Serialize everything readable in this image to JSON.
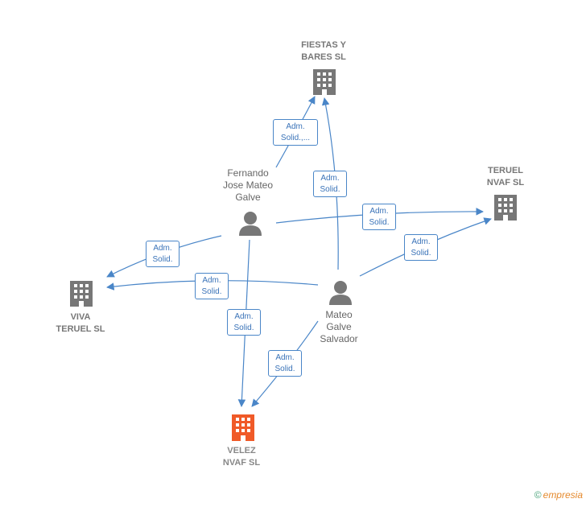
{
  "colors": {
    "edge": "#4a86c8",
    "company_icon": "#777777",
    "focus_company_icon": "#f05a28",
    "person_icon": "#777777"
  },
  "nodes": {
    "fiestas": {
      "label": "FIESTAS Y\nBARES SL",
      "type": "company"
    },
    "teruel_nvaf": {
      "label": "TERUEL\nNVAF  SL",
      "type": "company"
    },
    "viva_teruel": {
      "label": "VIVA\nTERUEL  SL",
      "type": "company"
    },
    "velez_nvaf": {
      "label": "VELEZ\nNVAF  SL",
      "type": "company-focus"
    },
    "fernando": {
      "label": "Fernando\nJose Mateo\nGalve",
      "type": "person"
    },
    "mateo": {
      "label": "Mateo\nGalve\nSalvador",
      "type": "person"
    }
  },
  "edge_labels": {
    "fernando_fiestas": "Adm.\nSolid.,...",
    "mateo_fiestas": "Adm.\nSolid.",
    "fernando_teruel": "Adm.\nSolid.",
    "mateo_teruel": "Adm.\nSolid.",
    "fernando_viva": "Adm.\nSolid.",
    "mateo_viva": "Adm.\nSolid.",
    "fernando_velez": "Adm.\nSolid.",
    "mateo_velez": "Adm.\nSolid."
  },
  "footer": {
    "copyright_symbol": "©",
    "brand": "empresia"
  }
}
